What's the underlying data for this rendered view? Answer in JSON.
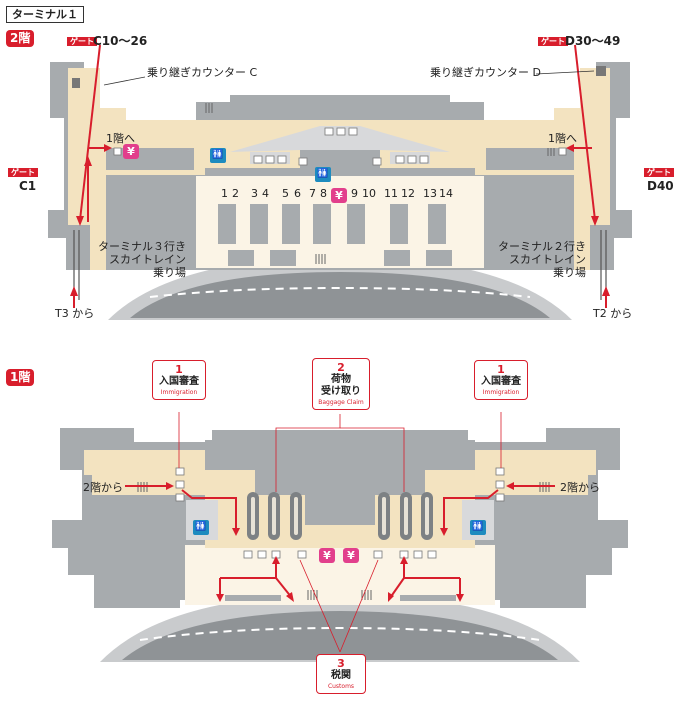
{
  "title": "ターミナル１",
  "floor2": {
    "badge": "2階",
    "gate_tag": "ゲート",
    "gates": {
      "top_left": "C10〜26",
      "top_right": "D30〜49",
      "left": "C1",
      "right": "D40"
    },
    "transfer_left": "乗り継ぎカウンター C",
    "transfer_right": "乗り継ぎカウンター D",
    "to_1f": "1階へ",
    "counter_numbers": [
      "1",
      "2",
      "3",
      "4",
      "5",
      "6",
      "7",
      "8",
      "9",
      "10",
      "11",
      "12",
      "13",
      "14"
    ],
    "skytrain_left": [
      "ターミナル３行き",
      "スカイトレイン",
      "乗り場"
    ],
    "skytrain_right": [
      "ターミナル２行き",
      "スカイトレイン",
      "乗り場"
    ],
    "from_t3": "T3 から",
    "from_t2": "T2 から",
    "yen_symbol": "¥",
    "wc_symbol": "🚻"
  },
  "floor1": {
    "badge": "1階",
    "from_2f": "2階から",
    "immigration_left": {
      "num": "1",
      "label": "入国審査",
      "en": "Immigration"
    },
    "immigration_right": {
      "num": "1",
      "label": "入国審査",
      "en": "Immigration"
    },
    "baggage": {
      "num": "2",
      "label1": "荷物",
      "label2": "受け取り",
      "en": "Baggage Claim"
    },
    "customs": {
      "num": "3",
      "label": "税関",
      "en": "Customs"
    },
    "yen_symbol": "¥",
    "wc_symbol": "🚻"
  },
  "colors": {
    "route": "#d81e2c",
    "floor_tan": "#f3e3c0",
    "building_gray": "#a7abae",
    "light_gray": "#d8d9db",
    "cream": "#fbf4e6"
  }
}
